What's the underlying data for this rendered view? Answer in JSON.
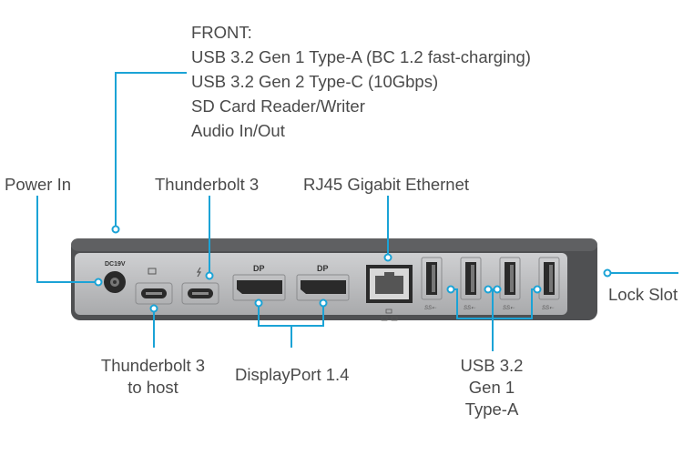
{
  "front": {
    "title": "FRONT:",
    "items": [
      "USB 3.2 Gen 1 Type-A (BC 1.2 fast-charging)",
      "USB 3.2 Gen 2 Type-C (10Gbps)",
      "SD Card Reader/Writer",
      "Audio In/Out"
    ]
  },
  "labels": {
    "power_in": "Power In",
    "thunderbolt3": "Thunderbolt 3",
    "rj45": "RJ45 Gigabit Ethernet",
    "lock_slot": "Lock Slot",
    "tb3_host_line1": "Thunderbolt 3",
    "tb3_host_line2": "to host",
    "displayport": "DisplayPort 1.4",
    "usb_line1": "USB 3.2",
    "usb_line2": "Gen 1",
    "usb_line3": "Type-A"
  },
  "device": {
    "dc_label": "DC19V"
  },
  "colors": {
    "callout": "#1ba3d6",
    "text": "#4a4a4a",
    "dock_body": "#5a5b5d",
    "dock_face": "#b9babc"
  }
}
